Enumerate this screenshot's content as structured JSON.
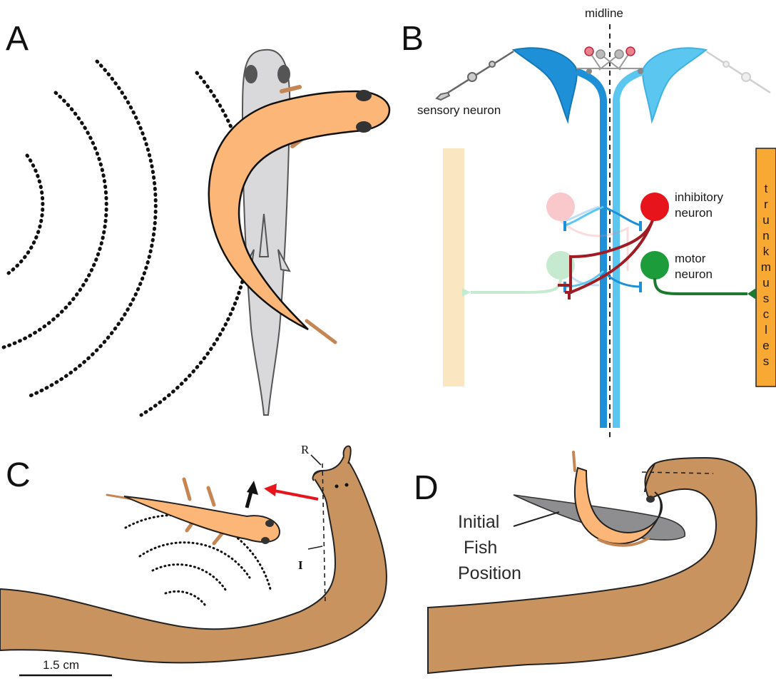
{
  "panels": {
    "a": {
      "letter": "A"
    },
    "b": {
      "letter": "B",
      "midline_label": "midline",
      "sensory_label": "sensory neuron",
      "inhibitory_label_1": "inhibitory",
      "inhibitory_label_2": "neuron",
      "motor_label_1": "motor",
      "motor_label_2": "neuron",
      "trunk_letters": [
        "t",
        "r",
        "u",
        "n",
        "k",
        "m",
        "u",
        "s",
        "c",
        "l",
        "e",
        "s"
      ]
    },
    "c": {
      "letter": "C",
      "r_label": "R",
      "i_label": "I",
      "scale_label": "1.5 cm"
    },
    "d": {
      "letter": "D",
      "initial_label_1": "Initial",
      "initial_label_2": "Fish",
      "initial_label_3": "Position"
    }
  },
  "colors": {
    "fish": "#fbb678",
    "fish_fin": "#c68653",
    "ghost_fish": "#d9d9dc",
    "snake": "#c9935f",
    "blue_dark": "#1e90d8",
    "blue_light": "#5bc6f0",
    "inhibitory": "#e8141c",
    "motor": "#1c9c3a",
    "axon_red": "#a01c24",
    "muscle": "#f7a934",
    "muscle_faded": "#fbe6c2"
  }
}
